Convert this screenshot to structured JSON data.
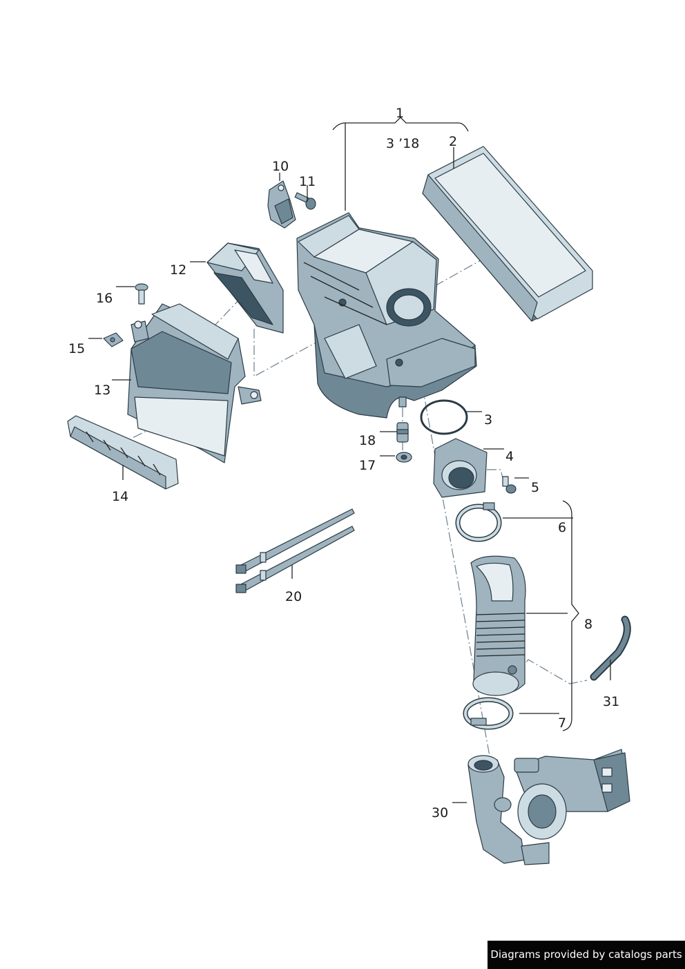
{
  "labels": {
    "l1": "1",
    "l1_sub": "3 ’18",
    "l2": "2",
    "l3": "3",
    "l4": "4",
    "l5": "5",
    "l6": "6",
    "l7": "7",
    "l8": "8",
    "l10": "10",
    "l11": "11",
    "l12": "12",
    "l13": "13",
    "l14": "14",
    "l15": "15",
    "l16": "16",
    "l17": "17",
    "l18": "18",
    "l20": "20",
    "l30": "30",
    "l31": "31"
  },
  "footer": {
    "credit": "Diagrams provided by catalogs parts"
  },
  "colors": {
    "part_dark": "#6f8896",
    "part_mid": "#9fb4bf",
    "part_light": "#cddbe2",
    "credit_bg": "#050505"
  }
}
